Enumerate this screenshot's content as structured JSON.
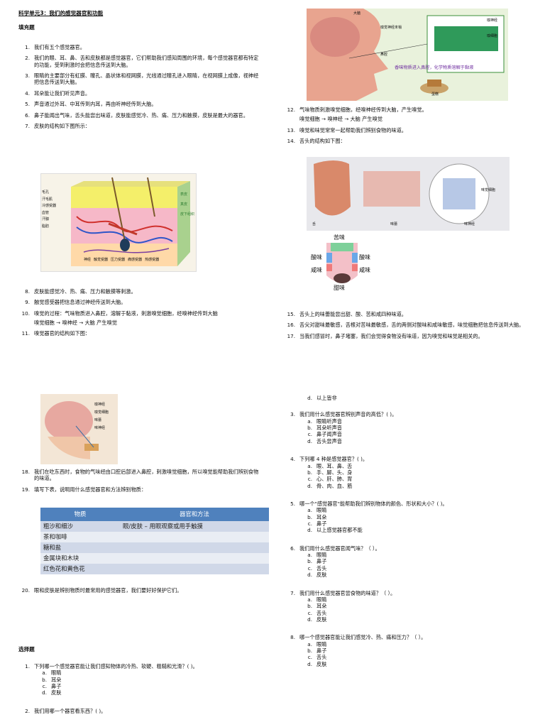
{
  "title": "科学单元3：我们的感觉器官和功能",
  "sections": {
    "fill_heading": "填充题",
    "mcq_heading": "选择题"
  },
  "fill": [
    {
      "num": "1.",
      "text": "我们有五个感觉器官。"
    },
    {
      "num": "2.",
      "text": "我们的眼、耳、鼻、舌和皮肤都是感觉器官，它们帮助我们感知周围的环境，每个感觉器官都有特定的功能，受到刺激时会把信息传送到大脑。"
    },
    {
      "num": "3.",
      "text": "眼睛的主要部分有虹膜、瞳孔、晶状体和视网膜，光线通过瞳孔进入眼睛，在视网膜上成像，视神经把信息传送到大脑。"
    },
    {
      "num": "4.",
      "text": "耳朵能让我们听见声音。"
    },
    {
      "num": "5.",
      "text": "声音通过外耳、中耳传到内耳，再由听神经传到大脑。"
    },
    {
      "num": "6.",
      "text": "鼻子能闻出气味，舌头能尝出味道，皮肤能感觉冷、热、痛、压力和触摸，皮肤是最大的器官。"
    },
    {
      "num": "7.",
      "text": "皮肤的结构如下图所示："
    },
    {
      "num": "8.",
      "text": "皮肤能感觉冷、热、痛、压力和触摸等刺激。"
    },
    {
      "num": "9.",
      "text": "触觉感受器把信息通过神经传送到大脑。"
    },
    {
      "num": "10.",
      "text": "嗅觉的过程：气味物质进入鼻腔，溶解于黏液，刺激嗅觉细胞，经嗅神经传到大脑"
    },
    {
      "num": "",
      "text": "嗅觉细胞 → 嗅神经 → 大脑 产生嗅觉"
    },
    {
      "num": "11.",
      "text": "嗅觉器官的结构如下图："
    }
  ],
  "fill_right": [
    {
      "num": "12.",
      "text": "气味物质刺激嗅觉细胞，经嗅神经传到大脑，产生嗅觉。"
    },
    {
      "num": "",
      "text": "嗅觉细胞 → 嗅神经 → 大脑 产生嗅觉"
    },
    {
      "num": "13.",
      "text": "嗅觉和味觉常常一起帮助我们辨别食物的味道。"
    },
    {
      "num": "14.",
      "text": "舌头的结构如下图："
    },
    {
      "num": "15.",
      "text": "舌头上的味蕾能尝出甜、酸、苦和咸四种味道。"
    },
    {
      "num": "16.",
      "text": "舌尖对甜味最敏感，舌根对苦味最敏感，舌的两侧对酸味和咸味敏感，味觉细胞把信息传送到大脑。"
    },
    {
      "num": "17.",
      "text": "当我们感冒时，鼻子堵塞，我们会觉得食物没有味道，因为嗅觉和味觉是相关的。"
    }
  ],
  "fill_bottom": [
    {
      "num": "18.",
      "text": "我们在吃东西时，食物的气味经由口腔后部进入鼻腔，刺激嗅觉细胞，所以嗅觉能帮助我们辨别食物的味道。"
    },
    {
      "num": "19.",
      "text": "填写下表，说明用什么感觉器官和方法辨别物质："
    },
    {
      "num": "20.",
      "text": "眼和皮肤是辨别物质时最常用的感觉器官，我们要好好保护它们。"
    }
  ],
  "table": {
    "headers": [
      "物质",
      "器官和方法"
    ],
    "rows": [
      [
        "粗沙和细沙",
        "眼/皮肤 – 用眼观察或用手触摸"
      ],
      [
        "茶和咖啡",
        ""
      ],
      [
        "糖和盐",
        ""
      ],
      [
        "金属块和木块",
        ""
      ],
      [
        "红色花和黄色花",
        ""
      ]
    ]
  },
  "mcq": [
    {
      "num": "1.",
      "text": "下列哪一个感觉器官能让我们感知物体的冷热、软硬、粗糙和光滑？( )。",
      "options": [
        "眼睛",
        "耳朵",
        "鼻子",
        "皮肤"
      ]
    },
    {
      "num": "2.",
      "text": "我们用哪一个器官看东西？( )。",
      "options": []
    }
  ],
  "mcq_right": [
    {
      "num": "",
      "text": "",
      "options_start": "d",
      "options": [
        "以上皆非"
      ]
    },
    {
      "num": "3.",
      "text": "我们用什么感觉器官辨别声音的高低？( )。",
      "options": [
        "眼睛听声音",
        "耳朵听声音",
        "鼻子闻声音",
        "舌头尝声音"
      ]
    },
    {
      "num": "4.",
      "text": "下列哪 4 种是感觉器官？( )。",
      "options": [
        "眼、耳、鼻、舌",
        "手、脚、头、身",
        "心、肝、肺、胃",
        "骨、肉、血、筋"
      ]
    },
    {
      "num": "5.",
      "text": "哪一个\"感觉器官\"能帮助我们辨别物体的颜色、形状和大小？( )。",
      "options": [
        "眼睛",
        "耳朵",
        "鼻子",
        "以上感觉器官都不能"
      ]
    },
    {
      "num": "6.",
      "text": "我们用什么感觉器官闻气味？（ ）。",
      "options": [
        "眼睛",
        "鼻子",
        "舌头",
        "皮肤"
      ]
    },
    {
      "num": "7.",
      "text": "我们用什么感觉器官尝食物的味道？（ ）。",
      "options": [
        "眼睛",
        "耳朵",
        "舌头",
        "皮肤"
      ]
    },
    {
      "num": "8.",
      "text": "哪一个感觉器官能让我们感觉冷、热、痛和压力？（ ）。",
      "options": [
        "眼睛",
        "鼻子",
        "舌头",
        "皮肤"
      ]
    }
  ],
  "figures": {
    "nose_label_a": "大脑",
    "nose_label_b": "嗅觉神经末梢",
    "nose_label_c": "鼻腔",
    "nose_label_d": "嗅神经",
    "nose_label_e": "嗅细胞",
    "nose_caption": "香味物质进入鼻腔，化学物质溶解于黏液",
    "nose_food": "蛋糕",
    "tongue_labels": [
      "舌",
      "味蕾",
      "味觉细胞",
      "味神经"
    ],
    "taste_top": "苦味",
    "taste_sour_l": "酸味",
    "taste_sour_r": "酸味",
    "taste_salt_l": "咸味",
    "taste_salt_r": "咸味",
    "taste_bottom": "甜味",
    "skin_labels": [
      "毛孔",
      "汗毛肌",
      "冷感受器",
      "表皮",
      "真皮",
      "皮下组织",
      "血管",
      "汗腺",
      "触觉受器",
      "压力受器",
      "痛感受器",
      "热感受器",
      "神经",
      "脂肪"
    ],
    "head_labels": [
      "嗅神经",
      "嗅觉细胞",
      "味蕾",
      "味神经"
    ]
  },
  "colors": {
    "table_header": "#4f81bd",
    "table_odd": "#d0d8e8",
    "table_even": "#e9edf4",
    "figure_bg": "#e9f2dc",
    "caption_purple": "#7030a0"
  }
}
